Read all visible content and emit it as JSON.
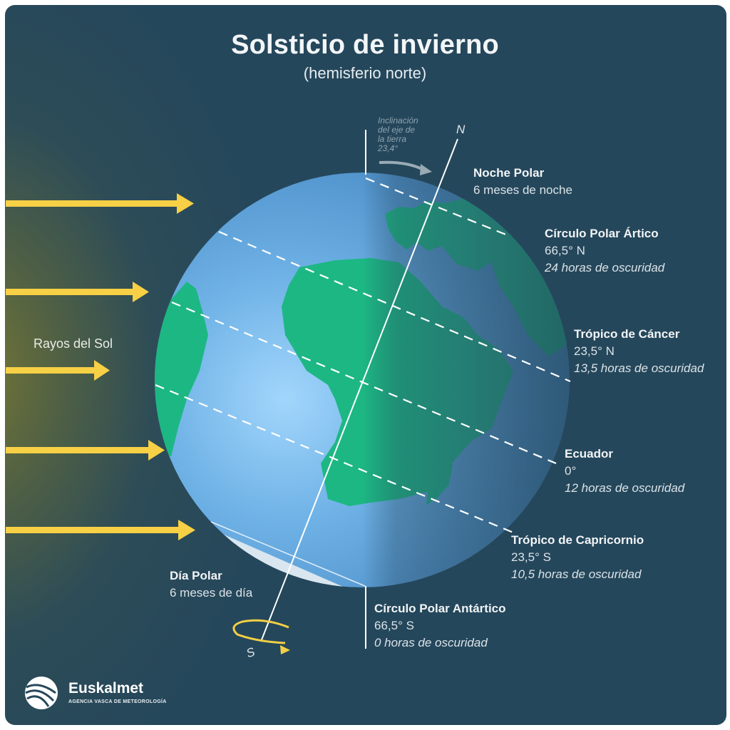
{
  "header": {
    "title": "Solsticio de invierno",
    "subtitle": "(hemisferio norte)"
  },
  "axis": {
    "tilt_label_lines": [
      "Inclinación",
      "del eje de",
      "la tierra",
      "23,4°"
    ],
    "north_label": "N",
    "south_label": "S"
  },
  "sun": {
    "label": "Rayos del Sol",
    "ray_color": "#f7d046"
  },
  "zones": {
    "polar_night": {
      "title": "Noche Polar",
      "detail": "6 meses de noche"
    },
    "arctic_circle": {
      "title": "Círculo Polar Ártico",
      "latitude": "66,5° N",
      "darkness": "24 horas de oscuridad"
    },
    "tropic_cancer": {
      "title": "Trópico de Cáncer",
      "latitude": "23,5° N",
      "darkness": "13,5 horas de oscuridad"
    },
    "equator": {
      "title": "Ecuador",
      "latitude": "0°",
      "darkness": "12 horas de oscuridad"
    },
    "tropic_capricorn": {
      "title": "Trópico de Capricornio",
      "latitude": "23,5° S",
      "darkness": "10,5 horas de oscuridad"
    },
    "antarctic_circle": {
      "title": "Círculo Polar Antártico",
      "latitude": "66,5° S",
      "darkness": "0 horas de oscuridad"
    },
    "polar_day": {
      "title": "Día Polar",
      "detail": "6 meses de día"
    }
  },
  "brand": {
    "name": "Euskalmet",
    "tagline": "AGENCIA VASCA DE  METEOROLOGÍA"
  },
  "colors": {
    "background": "#25475b",
    "ocean_light": "#9fd3fb",
    "ocean": "#5a9ed4",
    "land": "#1db784",
    "sun_ray": "#f7d046"
  }
}
